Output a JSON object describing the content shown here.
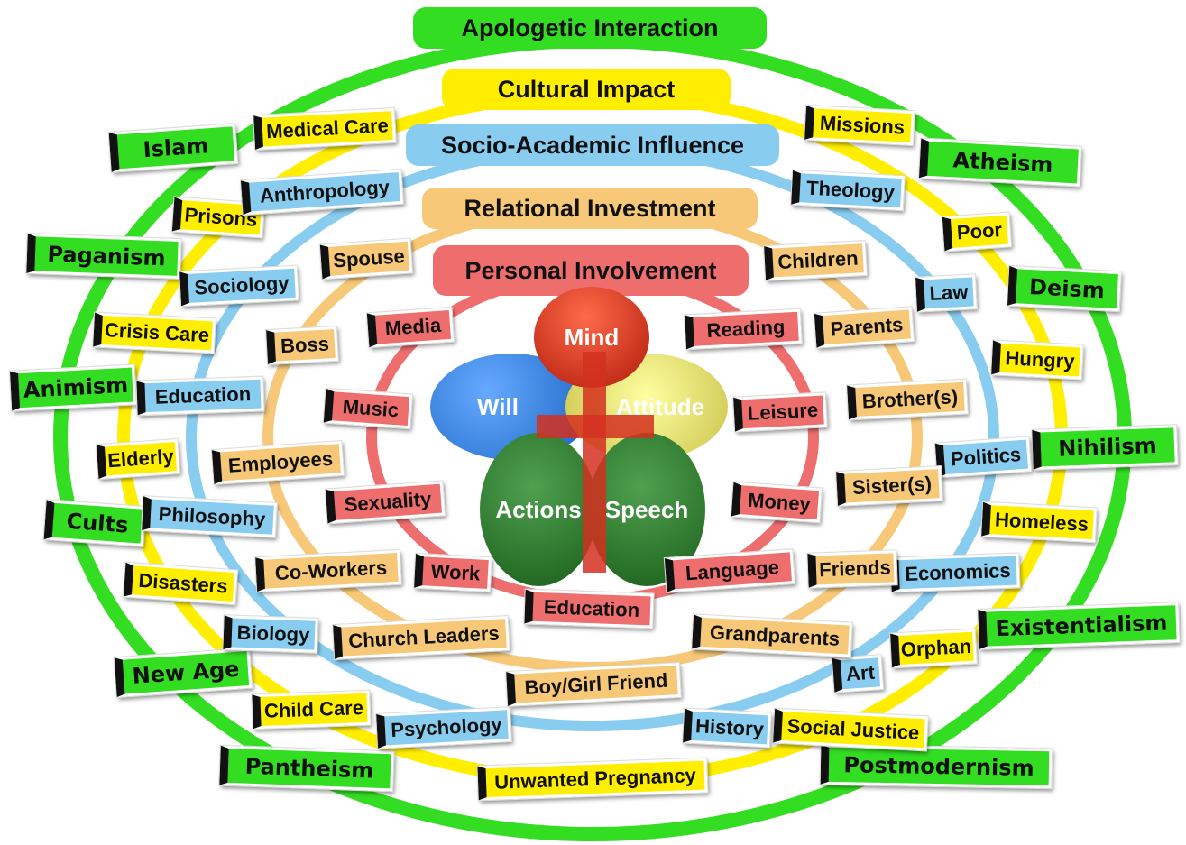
{
  "colors": {
    "apologetic": "#33dd22",
    "cultural": "#ffee00",
    "socio": "#88ccf0",
    "relational": "#f7c878",
    "personal": "#ee6e6e"
  },
  "rings": {
    "apologetic": "Apologetic Interaction",
    "cultural": "Cultural Impact",
    "socio": "Socio-Academic Influence",
    "relational": "Relational Investment",
    "personal": "Personal Involvement"
  },
  "center": {
    "mind": "Mind",
    "will": "Will",
    "attitude": "Attitude",
    "actions": "Actions",
    "speech": "Speech",
    "cross_icon": "cross-icon"
  },
  "worldviews": [
    "Islam",
    "Atheism",
    "Paganism",
    "Deism",
    "Animism",
    "Nihilism",
    "Cults",
    "Existentialism",
    "New Age",
    "Pantheism",
    "Postmodernism"
  ],
  "cultural_items": [
    "Medical Care",
    "Missions",
    "Prisons",
    "Poor",
    "Crisis Care",
    "Hungry",
    "Elderly",
    "Homeless",
    "Disasters",
    "Orphan",
    "Child Care",
    "Social Justice",
    "Unwanted Pregnancy"
  ],
  "socio_items": [
    "Anthropology",
    "Theology",
    "Sociology",
    "Law",
    "Education",
    "Politics",
    "Philosophy",
    "Economics",
    "Biology",
    "Art",
    "Psychology",
    "History"
  ],
  "relational_items": [
    "Spouse",
    "Children",
    "Boss",
    "Parents",
    "Brother(s)",
    "Employees",
    "Sister(s)",
    "Co-Workers",
    "Friends",
    "Church Leaders",
    "Grandparents",
    "Boy/Girl Friend"
  ],
  "personal_items": [
    "Media",
    "Reading",
    "Music",
    "Leisure",
    "Sexuality",
    "Money",
    "Work",
    "Language",
    "Education"
  ]
}
